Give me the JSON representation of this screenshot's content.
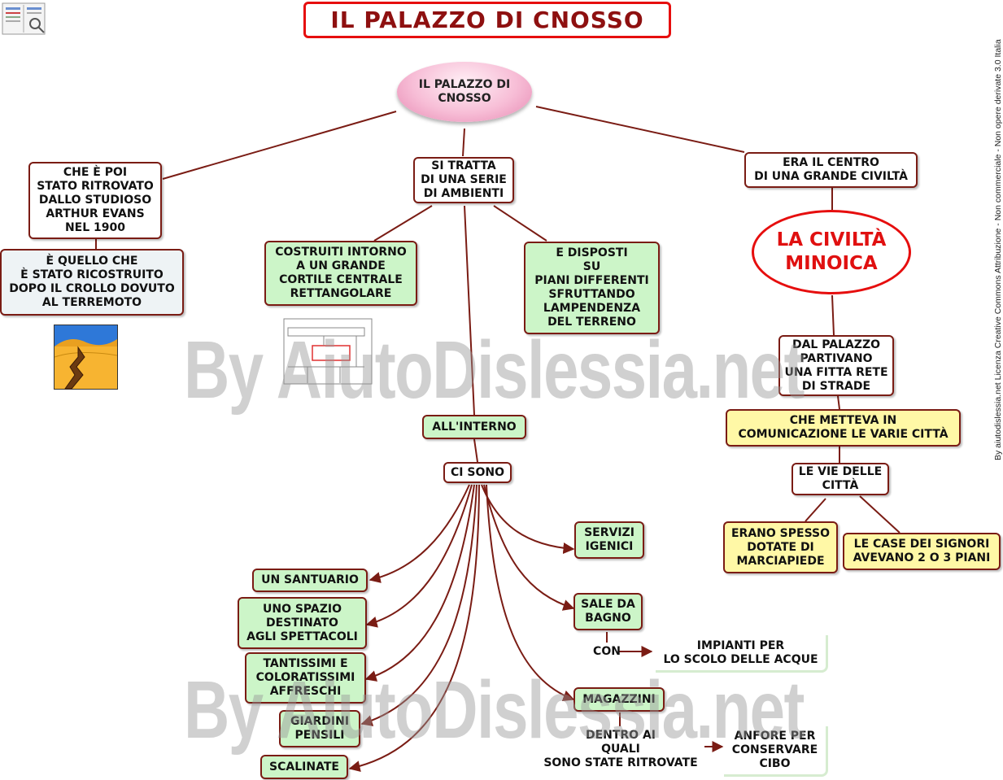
{
  "title": "IL PALAZZO DI CNOSSO",
  "root": "IL PALAZZO DI\nCNOSSO",
  "left": {
    "rebuilt": "CHE È POI\nSTATO RITROVATO\nDALLO STUDIOSO\nARTHUR EVANS\nNEL 1900",
    "earthquake": "È QUELLO CHE\nÈ STATO RICOSTRUITO\nDOPO IL CROLLO DOVUTO\nAL TERREMOTO"
  },
  "center": {
    "series": "SI TRATTA\nDI UNA SERIE\nDI AMBIENTI",
    "courtyard": "COSTRUITI INTORNO\nA UN GRANDE\nCORTILE CENTRALE\nRETTANGOLARE",
    "levels": "E DISPOSTI\nSU\nPIANI DIFFERENTI\nSFRUTTANDO\nLAMPENDENZA\nDEL TERRENO",
    "inside": "ALL'INTERNO",
    "there_are": "CI SONO",
    "sanctuary": "UN SANTUARIO",
    "shows": "UNO SPAZIO\nDESTINATO\nAGLI SPETTACOLI",
    "frescoes": "TANTISSIMI E\nCOLORATISSIMI\nAFFRESCHI",
    "gardens": "GIARDINI\nPENSILI",
    "stairs": "SCALINATE",
    "toilets": "SERVIZI\nIGENICI",
    "bathrooms": "SALE DA\nBAGNO",
    "with": "CON",
    "drains": "IMPIANTI PER\nLO SCOLO DELLE ACQUE",
    "stores": "MAGAZZINI",
    "inside_which": "DENTRO AI\nQUALI\nSONO STATE RITROVATE",
    "amphorae": "ANFORE PER\nCONSERVARE\nCIBO"
  },
  "right": {
    "center_of": "ERA IL CENTRO\nDI UNA GRANDE CIVILTÀ",
    "civilization": "LA CIVILTÀ\nMINOICA",
    "roads": "DAL PALAZZO\nPARTIVANO\nUNA FITTA RETE\nDI STRADE",
    "connected": "CHE  METTEVA IN\nCOMUNICAZIONE LE VARIE CITTÀ",
    "streets": "LE VIE DELLE\nCITTÀ",
    "sidewalks": "ERANO SPESSO\nDOTATE DI\nMARCIAPIEDE",
    "houses": "LE CASE DEI SIGNORI\nAVEVANO 2 O 3 PIANI"
  },
  "watermark": "By AiutoDislessia.net",
  "license": "By aiutodislessia.net Licenza Creative Commons Attribuzione - Non commerciale - Non opere derivate 3.0 Italia",
  "colors": {
    "line": "#7a1c14",
    "title_border": "#e60e0e",
    "green": "#ccf5c8",
    "yellow": "#fff8a6"
  }
}
